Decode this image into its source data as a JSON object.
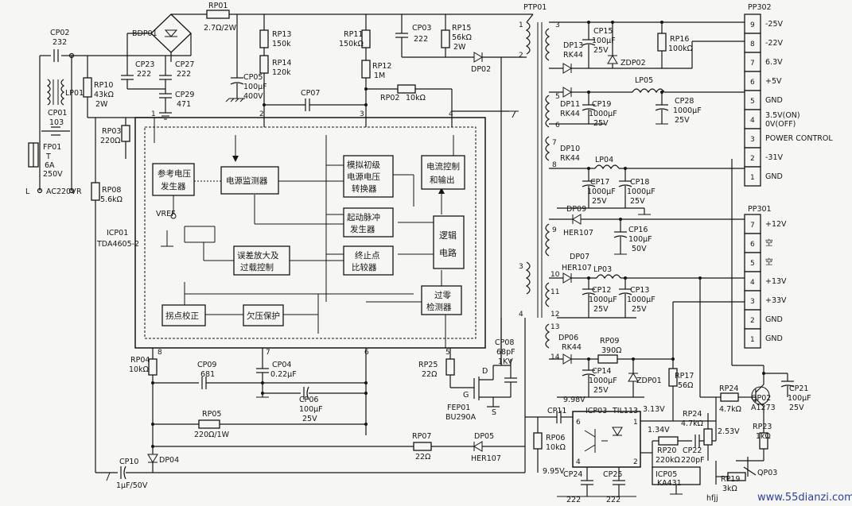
{
  "labels": {
    "cp02": "CP02",
    "cp02_val": "232",
    "bdp01": "BDP01",
    "rp01": "RP01",
    "rp01_val": "2.7Ω/2W",
    "rp13": "RP13",
    "rp13_val": "150k",
    "rp14": "RP14",
    "rp14_val": "120k",
    "rp11": "RP11",
    "rp11_val": "150kΩ",
    "cp03": "CP03",
    "cp03_val": "222",
    "rp15": "RP15",
    "rp15_val1": "56kΩ",
    "rp15_val2": "2W",
    "ptp01": "PTP01",
    "dp02": "DP02",
    "rp12": "RP12",
    "rp12_val": "1M",
    "rp02": "RP02",
    "rp02_val": "10kΩ",
    "cp07": "CP07",
    "cp23": "CP23",
    "cp23_val": "222",
    "cp27": "CP27",
    "cp27_val": "222",
    "cp29": "CP29",
    "cp29_val": "471",
    "cp05": "CP05",
    "cp05_val1": "100μF",
    "cp05_val2": "400V",
    "lp01": "LP01",
    "cp01": "CP01",
    "cp01_val": "103",
    "rp10": "RP10",
    "rp10_val1": "43kΩ",
    "rp10_val2": "2W",
    "fp01": "FP01",
    "fp01_t": "T",
    "fp01_a": "6A",
    "fp01_v": "250V",
    "ac_l": "L",
    "ac_in": "AC220V",
    "ac_r": "R",
    "rp03": "RP03",
    "rp03_val": "220Ω",
    "rp08": "RP08",
    "rp08_val": "5.6kΩ",
    "icp01": "ICP01",
    "icp01_part": "TDA4605-2",
    "vref": "VREF",
    "rp04": "RP04",
    "rp04_val": "10kΩ",
    "cp09": "CP09",
    "cp09_val": "681",
    "cp04": "CP04",
    "cp04_val": "0.22μF",
    "cp06": "CP06",
    "cp06_val1": "100μF",
    "cp06_val2": "25V",
    "rp05": "RP05",
    "rp05_val": "220Ω/1W",
    "rp25": "RP25",
    "rp25_val": "22Ω",
    "cp08": "CP08",
    "cp08_val1": "68pF",
    "cp08_val2": "1KV",
    "fep01": "FEP01",
    "fep01_part": "BU290A",
    "q_d": "D",
    "q_g": "G",
    "q_s": "S",
    "cp10": "CP10",
    "cp10_val": "1μF/50V",
    "dp04": "DP04",
    "rp07": "RP07",
    "rp07_val": "22Ω",
    "dp05": "DP05",
    "dp05_part": "HER107",
    "dp13": "DP13",
    "dp13_part": "RK44",
    "cp15": "CP15",
    "cp15_val1": "100μF",
    "cp15_val2": "25V",
    "zdp02": "ZDP02",
    "rp16": "RP16",
    "rp16_val": "100kΩ",
    "dp11": "DP11",
    "dp11_part": "RK44",
    "cp19": "CP19",
    "cp19_val1": "1000μF",
    "cp19_val2": "25V",
    "lp05": "LP05",
    "cp28": "CP28",
    "cp28_val1": "1000μF",
    "cp28_val2": "25V",
    "dp10": "DP10",
    "dp10_part": "RK44",
    "lp04": "LP04",
    "cp17": "CP17",
    "cp17_val1": "1000μF",
    "cp17_val2": "25V",
    "cp18": "CP18",
    "cp18_val1": "1000μF",
    "cp18_val2": "25V",
    "dp09": "DP09",
    "dp09_part": "HER107",
    "cp16": "CP16",
    "cp16_val1": "100μF",
    "cp16_val2": "50V",
    "dp07": "DP07",
    "dp07_part": "HER107",
    "lp03": "LP03",
    "cp12": "CP12",
    "cp12_val1": "1000μF",
    "cp12_val2": "25V",
    "cp13": "CP13",
    "cp13_val1": "1000μF",
    "cp13_val2": "25V",
    "dp06": "DP06",
    "dp06_part": "RK44",
    "rp09": "RP09",
    "rp09_val": "390Ω",
    "cp14": "CP14",
    "cp14_val1": "1000μF",
    "cp14_val2": "25V",
    "zdp01": "ZDP01",
    "rp17": "RP17",
    "rp17_val": "56Ω",
    "rp24a": "RP24",
    "rp24a_val": "4.7kΩ",
    "rp24b": "RP24",
    "rp24b_val": "4.7kΩ",
    "qp02": "QP02",
    "qp02_part": "A1273",
    "cp21": "CP21",
    "cp21_val1": "100μF",
    "cp21_val2": "25V",
    "v_998": "9.98V",
    "v_995": "9.95V",
    "v_313": "3.13V",
    "v_134": "1.34V",
    "v_253": "2.53V",
    "cp11": "CP11",
    "icp03": "ICP03",
    "icp03_part": "TIL113",
    "rp06": "RP06",
    "rp06_val": "10kΩ",
    "rp20": "RP20",
    "rp20_val": "220kΩ",
    "cp22": "CP22",
    "cp22_val": "220pF",
    "icp05": "ICP05",
    "icp05_part": "KA431",
    "rp23": "RP23",
    "rp23_val": "1kΩ",
    "rp19": "RP19",
    "rp19_val": "3kΩ",
    "qp03": "QP03",
    "cp24": "CP24",
    "cp24_val": "222",
    "cp25": "CP25",
    "cp25_val": "222",
    "pp302": "PP302",
    "pp301": "PP301"
  },
  "blocks": {
    "ref_gen": [
      "参考电压",
      "发生器"
    ],
    "supply_monitor": [
      "电源监测器"
    ],
    "analog_supply": [
      "模拟初级",
      "电源电压",
      "转换器"
    ],
    "current_ctrl": [
      "电流控制",
      "和输出"
    ],
    "start_pulse": [
      "起动脉冲",
      "发生器"
    ],
    "logic": [
      "逻辑",
      "电路"
    ],
    "error_amp": [
      "误差放大及",
      "过载控制"
    ],
    "stop_comp": [
      "终止点",
      "比较器"
    ],
    "zero_cross": [
      "过零",
      "检测器"
    ],
    "knee_corr": [
      "拐点校正"
    ],
    "undervolt": [
      "欠压保护"
    ]
  },
  "ic_pins": [
    "1",
    "2",
    "3",
    "4",
    "5",
    "6",
    "7",
    "8"
  ],
  "winding_pins": [
    "1",
    "2",
    "3",
    "4",
    "5",
    "6",
    "7",
    "8",
    "9",
    "10",
    "11",
    "12",
    "13",
    "14"
  ],
  "connector_pp302": [
    {
      "pin": "9",
      "label": "-25V"
    },
    {
      "pin": "8",
      "label": "-22V"
    },
    {
      "pin": "7",
      "label": "6.3V"
    },
    {
      "pin": "6",
      "label": "+5V"
    },
    {
      "pin": "5",
      "label": "GND"
    },
    {
      "pin": "4",
      "label": "3.5V(ON)",
      "label2": "0V(OFF)"
    },
    {
      "pin": "3",
      "label": "POWER CONTROL"
    },
    {
      "pin": "2",
      "label": "-31V"
    },
    {
      "pin": "1",
      "label": "GND"
    }
  ],
  "connector_pp301": [
    {
      "pin": "7",
      "label": "+12V"
    },
    {
      "pin": "6",
      "label": "空"
    },
    {
      "pin": "5",
      "label": "空"
    },
    {
      "pin": "4",
      "label": "+13V"
    },
    {
      "pin": "3",
      "label": "+33V"
    },
    {
      "pin": "2",
      "label": "GND"
    },
    {
      "pin": "1",
      "label": "GND"
    }
  ],
  "watermark": "www.55dianzi.com",
  "watermark_logo": "hfjj"
}
